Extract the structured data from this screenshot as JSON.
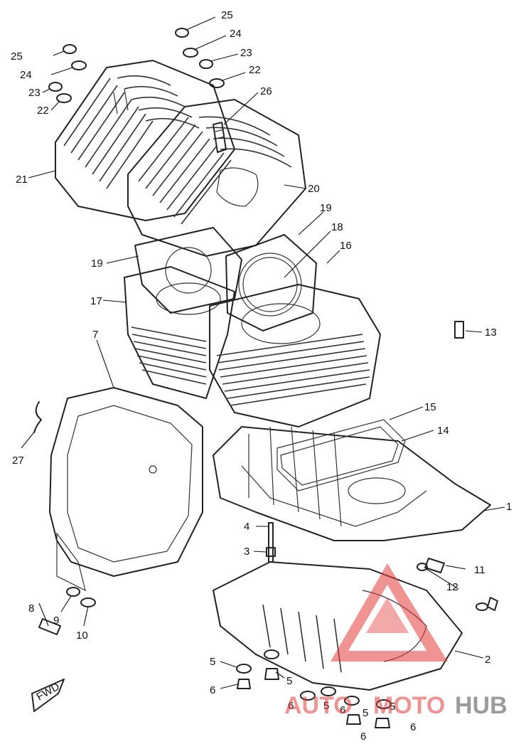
{
  "diagram": {
    "callouts": [
      "1",
      "2",
      "3",
      "4",
      "5",
      "5",
      "5",
      "5",
      "5",
      "6",
      "6",
      "6",
      "6",
      "6",
      "7",
      "8",
      "9",
      "10",
      "11",
      "12",
      "13",
      "14",
      "15",
      "16",
      "17",
      "18",
      "19",
      "19",
      "20",
      "21",
      "22",
      "22",
      "23",
      "23",
      "24",
      "24",
      "25",
      "25",
      "26",
      "27"
    ],
    "fwd_label": "FWD"
  },
  "watermark": {
    "part1": "AUTO",
    "part2": "MOTO",
    "part3": "HUB",
    "colors": {
      "primary": "#e23b3b",
      "secondary": "#4a4a4a"
    }
  }
}
